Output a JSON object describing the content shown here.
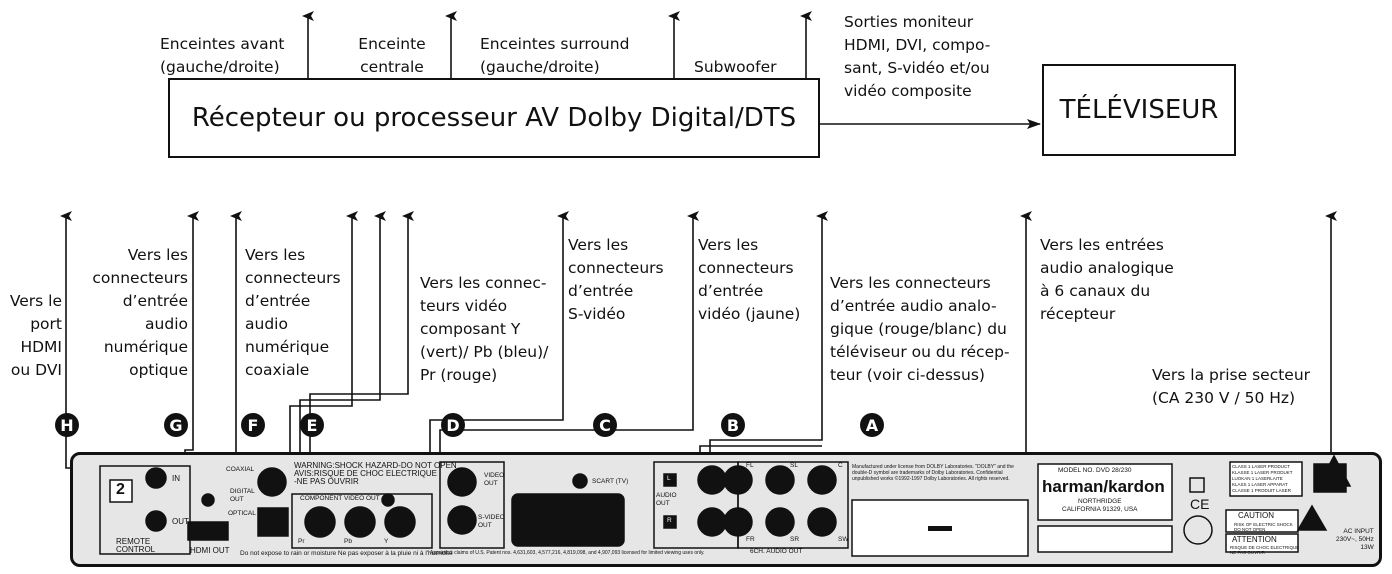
{
  "top": {
    "receiver_label": "Récepteur ou processeur AV Dolby Digital/DTS",
    "tv_label": "TÉLÉVISEUR",
    "speaker_labels": [
      [
        "Enceintes avant",
        "(gauche/droite)"
      ],
      [
        "Enceinte",
        "centrale"
      ],
      [
        "Enceintes surround",
        "(gauche/droite)"
      ],
      [
        "Subwoofer"
      ]
    ],
    "monitor_label": [
      "Sorties moniteur",
      "HDMI, DVI, compo-",
      "sant, S-vidéo et/ou",
      "vidéo composite"
    ]
  },
  "connections": {
    "H": [
      "Vers le",
      "port",
      "HDMI",
      "ou DVI"
    ],
    "G": [
      "Vers les",
      "connecteurs",
      "d’entrée",
      "audio",
      "numérique",
      "optique"
    ],
    "F": [
      "Vers les",
      "connecteurs",
      "d’entrée",
      "audio",
      "numérique",
      "coaxiale"
    ],
    "E": [
      "Vers les connec-",
      "teurs vidéo",
      "composant Y",
      "(vert)/ Pb (bleu)/",
      "Pr (rouge)"
    ],
    "D": [
      "Vers les",
      "connecteurs",
      "d’entrée",
      "S-vidéo"
    ],
    "C": [
      "Vers les",
      "connecteurs",
      "d’entrée",
      "vidéo (jaune)"
    ],
    "B": [
      "Vers les connecteurs",
      "d’entrée audio analo-",
      "gique (rouge/blanc) du",
      "téléviseur ou du récep-",
      "teur (voir ci-dessus)"
    ],
    "A": [
      "Vers les entrées",
      "audio analogique",
      "à 6 canaux du",
      "récepteur"
    ],
    "power": [
      "Vers la prise secteur",
      "(CA 230 V / 50 Hz)"
    ]
  },
  "badges": [
    "H",
    "G",
    "F",
    "E",
    "D",
    "C",
    "B",
    "A"
  ],
  "panel": {
    "remote_in": "IN",
    "remote_out": "OUT",
    "remote_control": "REMOTE\nCONTROL",
    "remote_number": "2",
    "hdmi_out": "HDMI OUT",
    "coaxial": "COAXIAL",
    "digital_out": "DIGITAL\nOUT",
    "optical": "OPTICAL",
    "warning": "WARNING:SHOCK HAZARD-DO NOT OPEN\nAVIS:RISQUE DE CHOC ELECTRIQUE\n-NE PAS OUVRIR",
    "component_video_out": "COMPONENT VIDEO OUT",
    "pr": "Pr",
    "pb": "Pb",
    "y": "Y",
    "moisture_note": "Do not expose to rain or moisture  Ne pas exposer à la pluie ni à l'humidité",
    "video_out": "VIDEO\nOUT",
    "s_video_out": "S-VIDEO\nOUT",
    "scart": "SCART (TV)",
    "audio_out": "AUDIO\nOUT",
    "audio_l": "L",
    "audio_r": "R",
    "fl": "FL",
    "fr": "FR",
    "sl": "SL",
    "sr": "SR",
    "c": "C",
    "sw": "SW",
    "six_ch": "6CH. AUDIO OUT",
    "patents": "Apparatus claims of U.S. Patent nos. 4,631,603, 4,577,216, 4,819,098, and 4,907,093 licensed for limited viewing uses only.",
    "dolby_text": "Manufactured under license from DOLBY Laboratories. \"DOLBY\" and the double-D symbol are trademarks of Dolby Laboratories. Confidential unpublished works ©1992-1997 Dolby Laboratories. All rights reserved.",
    "model_no": "MODEL NO.  DVD 28/230",
    "brand": "harman/kardon",
    "address": "NORTHRIDGE\nCALIFORNIA 91329, USA",
    "laser_class": "CLASS 1 LASER PRODUCT\nKLASSE 1 LASER PRODUKT\nLUOKAN 1 LASERLAITE\nKLASS 1 LASER APPARAT\nCLASSE 1 PRODUIT LASER",
    "ce": "CE",
    "caution": "CAUTION",
    "caution_sub": "RISK OF ELECTRIC SHOCK\nDO NOT OPEN",
    "attention": "ATTENTION",
    "attention_sub": "RISQUE DE CHOC ELECTRIQUE\nNE PAS OUVRIR",
    "ac_input": "AC INPUT\n230V~, 50Hz\n13W"
  }
}
